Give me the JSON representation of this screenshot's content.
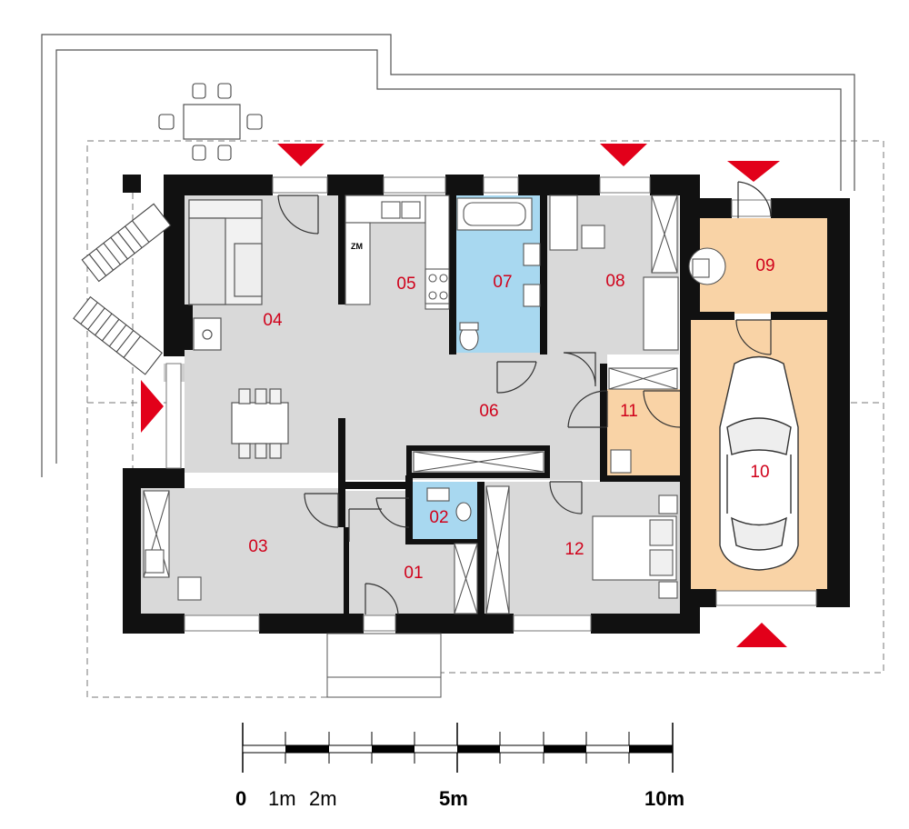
{
  "rooms": [
    {
      "label": "01",
      "fill": "#d9d9d9"
    },
    {
      "label": "02",
      "fill": "#a8d8f0"
    },
    {
      "label": "03",
      "fill": "#d9d9d9"
    },
    {
      "label": "04",
      "fill": "#d9d9d9"
    },
    {
      "label": "05",
      "fill": "#d9d9d9"
    },
    {
      "label": "06",
      "fill": "#d9d9d9"
    },
    {
      "label": "07",
      "fill": "#a8d8f0"
    },
    {
      "label": "08",
      "fill": "#d9d9d9"
    },
    {
      "label": "09",
      "fill": "#f9d3a6"
    },
    {
      "label": "10",
      "fill": "#f9d3a6"
    },
    {
      "label": "11",
      "fill": "#f9d3a6"
    },
    {
      "label": "12",
      "fill": "#d9d9d9"
    }
  ],
  "appliance_labels": {
    "boiler": "ZM"
  },
  "scale": {
    "labels": [
      "0",
      "1m",
      "2m",
      "5m",
      "10m"
    ]
  },
  "colors": {
    "wall": "#111111",
    "label": "#d0021b",
    "marker": "#e2001a",
    "room_grey": "#d9d9d9",
    "wet_room": "#a8d8f0",
    "garage": "#f9d3a6"
  }
}
